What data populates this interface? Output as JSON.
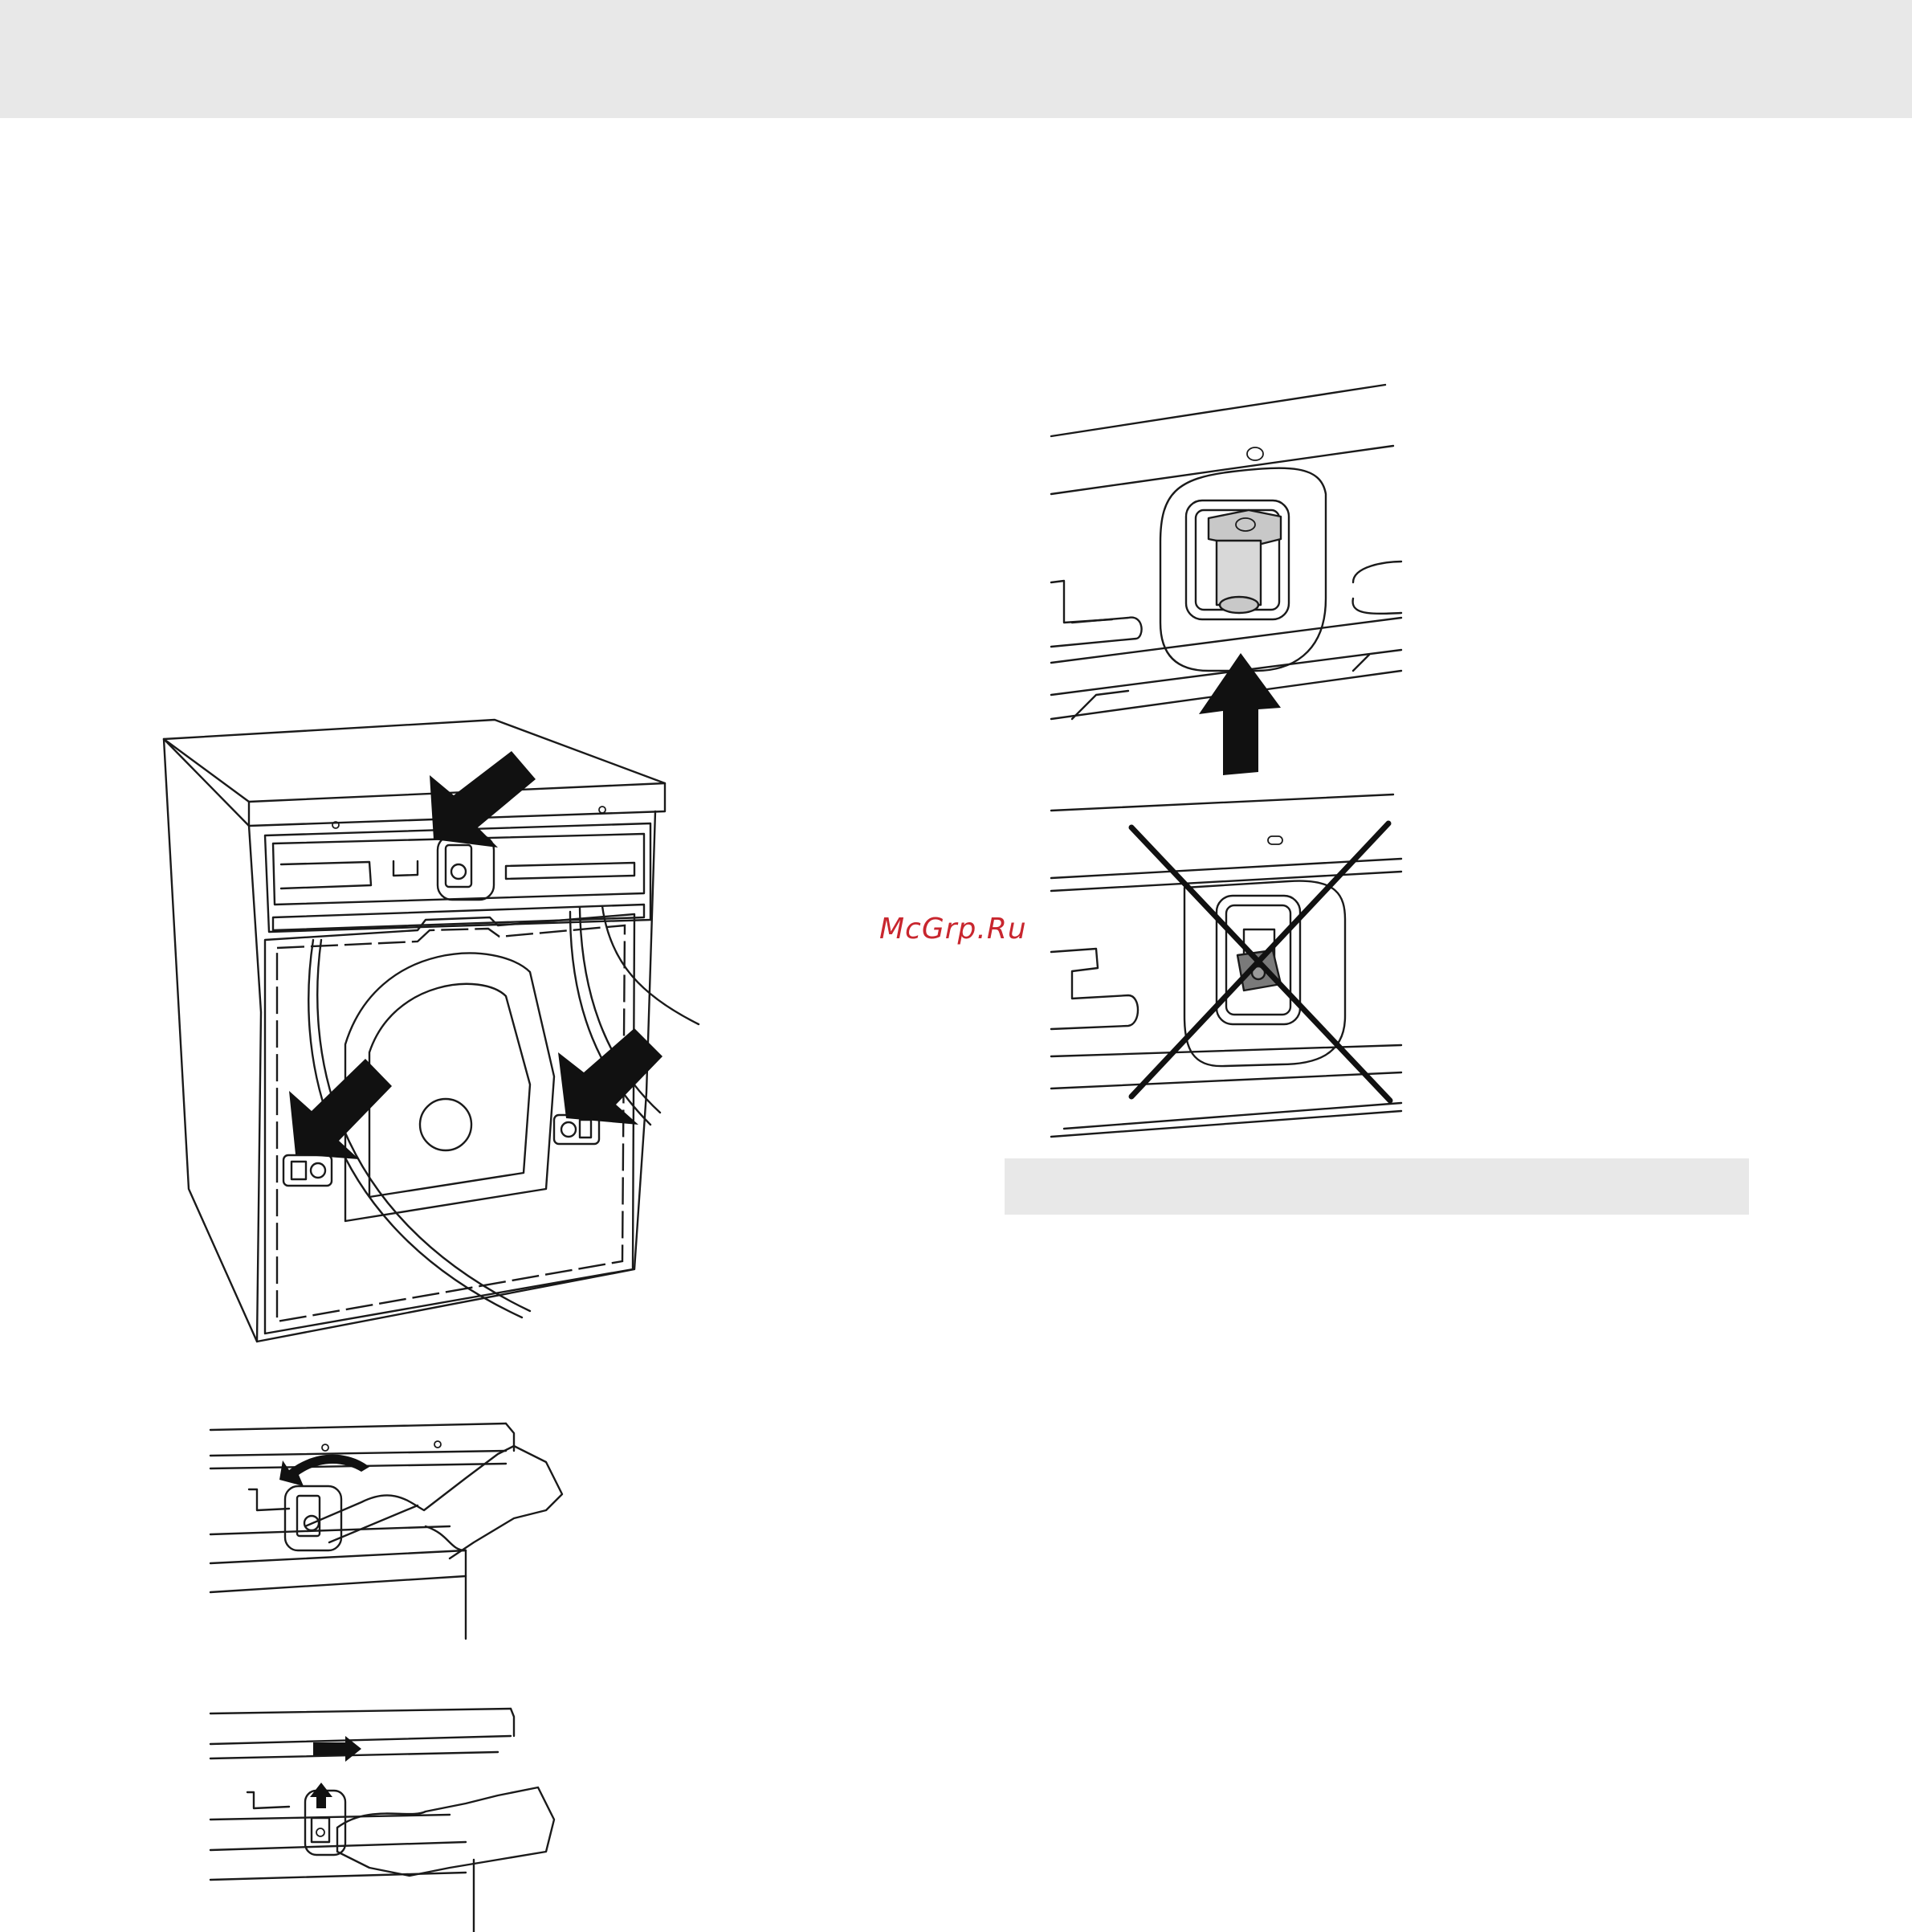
{
  "watermark": {
    "text": "McGrp.Ru"
  },
  "colors": {
    "header_bar": "#e8e8e8",
    "caption_bar": "#e8e8e8",
    "watermark": "#c8262e",
    "ink": "#1a1a1a"
  },
  "figures": [
    {
      "name": "machine-rear-view",
      "arrows": 3
    },
    {
      "name": "wrench-loosen-bolt"
    },
    {
      "name": "remove-spacer-by-hand"
    },
    {
      "name": "bolt-removed-correct"
    },
    {
      "name": "bolt-still-installed-wrong",
      "marked": "cross"
    }
  ]
}
